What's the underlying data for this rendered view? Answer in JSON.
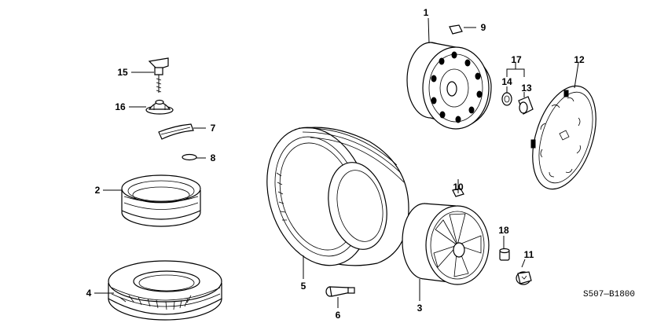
{
  "diagram_code": "S507—B1800",
  "callouts": {
    "c1": "1",
    "c2": "2",
    "c3": "3",
    "c4": "4",
    "c5": "5",
    "c6": "6",
    "c7": "7",
    "c8": "8",
    "c9": "9",
    "c10": "10",
    "c11": "11",
    "c12": "12",
    "c13": "13",
    "c14": "14",
    "c15": "15",
    "c16": "16",
    "c17": "17",
    "c18": "18"
  }
}
